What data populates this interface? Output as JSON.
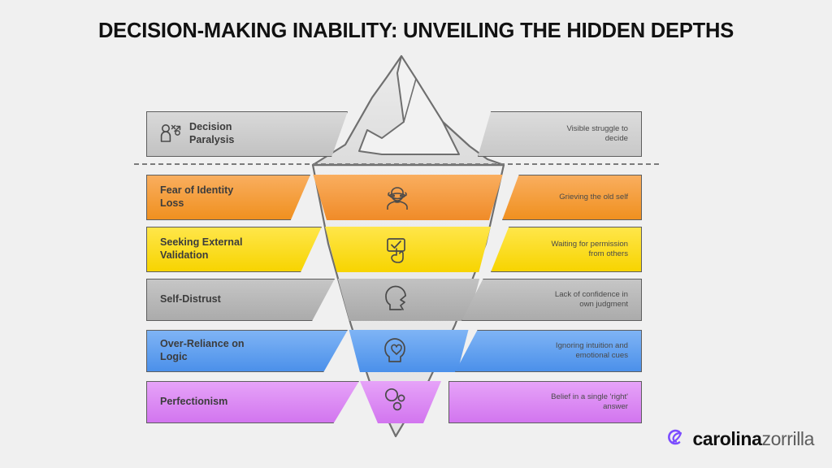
{
  "page": {
    "title": "DECISION-MAKING INABILITY: UNVEILING THE HIDDEN DEPTHS",
    "background_color": "#f0f0f0",
    "title_color": "#111111"
  },
  "waterline": {
    "name": "waterline-divider",
    "style": "dashed",
    "color": "#7b7b7b"
  },
  "iceberg": {
    "name": "iceberg-shape",
    "fill_above": "#e8e8e8",
    "fill_below": "#ededed",
    "outline_color": "#6b6b6b"
  },
  "tiers": [
    {
      "id": "decision-paralysis",
      "position": "above-water",
      "color": "#c9c9c9",
      "color_dark": "#b4b4b4",
      "left_label": "Decision\nParalysis",
      "right_label": "Visible struggle to\ndecide",
      "icon": "person-decision-icon",
      "center_icon": "none"
    },
    {
      "id": "fear-of-identity-loss",
      "position": "below-water",
      "color": "#f7a14a",
      "color_dark": "#f08b28",
      "left_label": "Fear of Identity\nLoss",
      "right_label": "Grieving the old self",
      "icon": "none",
      "center_icon": "masked-face-icon"
    },
    {
      "id": "seeking-external-validation",
      "position": "below-water",
      "color": "#ffe01f",
      "color_dark": "#f7d400",
      "left_label": "Seeking External\nValidation",
      "right_label": "Waiting for permission\nfrom others",
      "icon": "none",
      "center_icon": "checkbox-hand-icon"
    },
    {
      "id": "self-distrust",
      "position": "below-water",
      "color": "#b3b3b3",
      "color_dark": "#9e9e9e",
      "left_label": "Self-Distrust",
      "right_label": "Lack of confidence in\nown judgment",
      "icon": "none",
      "center_icon": "broken-head-icon"
    },
    {
      "id": "over-reliance-on-logic",
      "position": "below-water",
      "color": "#6ba6f2",
      "color_dark": "#4b90ea",
      "left_label": "Over-Reliance on\nLogic",
      "right_label": "Ignoring intuition and\nemotional cues",
      "icon": "none",
      "center_icon": "head-heart-icon"
    },
    {
      "id": "perfectionism",
      "position": "below-water",
      "color": "#dd8ff5",
      "color_dark": "#d275ef",
      "left_label": "Perfectionism",
      "right_label": "Belief in a single 'right'\nanswer",
      "icon": "none",
      "center_icon": "bubbles-icon"
    }
  ],
  "logo": {
    "name": "carolina-zorrilla-logo",
    "mark": "stylized-c-leaf-mark",
    "mark_color": "#7c4dff",
    "word_primary": "carolina",
    "word_secondary": "zorrilla"
  }
}
